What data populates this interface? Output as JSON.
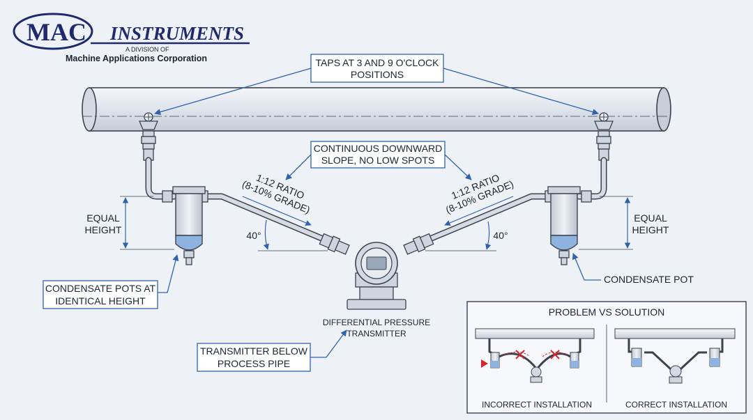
{
  "logo": {
    "brand_mac": "MAC",
    "brand_instruments": "INSTRUMENTS",
    "division": "A DIVISION OF",
    "corporation": "Machine Applications Corporation"
  },
  "callouts": {
    "taps_line1": "TAPS AT 3 AND 9 O'CLOCK",
    "taps_line2": "POSITIONS",
    "slope_line1": "CONTINUOUS DOWNWARD",
    "slope_line2": "SLOPE, NO LOW SPOTS",
    "pots_line1": "CONDENSATE POTS AT",
    "pots_line2": "IDENTICAL HEIGHT",
    "transmitter_line1": "TRANSMITTER BELOW",
    "transmitter_line2": "PROCESS PIPE"
  },
  "labels": {
    "ratio_left_1": "1:12 RATIO",
    "ratio_left_2": "(8-10% GRADE)",
    "ratio_right_1": "1:12 RATIO",
    "ratio_right_2": "(8-10% GRADE)",
    "angle_left": "40°",
    "angle_right": "40°",
    "equal_left_1": "EQUAL",
    "equal_left_2": "HEIGHT",
    "equal_right_1": "EQUAL",
    "equal_right_2": "HEIGHT",
    "condensate_pot": "CONDENSATE POT",
    "dp_line1": "DIFFERENTIAL PRESSURE",
    "dp_line2": "TRANSMITTER"
  },
  "inset": {
    "title": "PROBLEM VS SOLUTION",
    "incorrect": "INCORRECT INSTALLATION",
    "correct": "CORRECT INSTALLATION"
  },
  "colors": {
    "accent_blue": "#2f63b0",
    "logo_navy": "#1f2a6e",
    "error_red": "#d4262b",
    "condensate_blue": "#8fb3df"
  }
}
